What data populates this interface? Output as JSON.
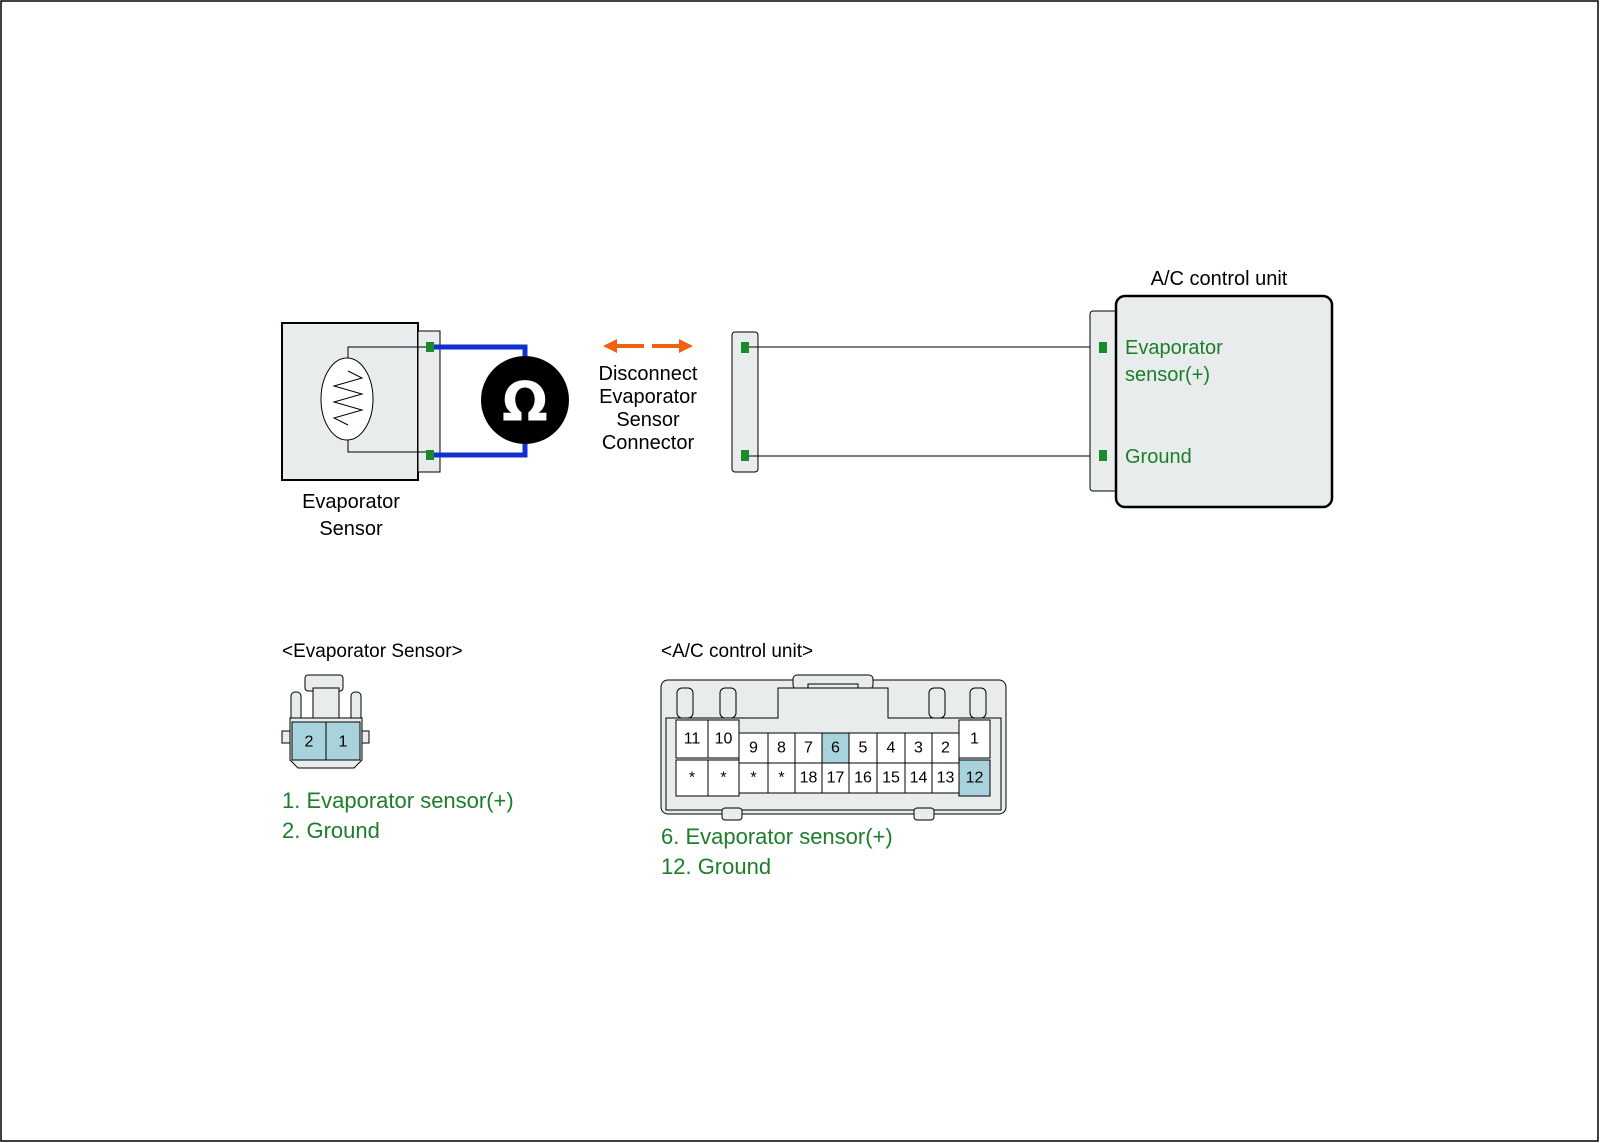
{
  "sensor": {
    "label_line1": "Evaporator",
    "label_line2": "Sensor"
  },
  "meter": {
    "symbol": "Ω",
    "icon": "ohmmeter-icon"
  },
  "disconnect": {
    "line1": "Disconnect",
    "line2": "Evaporator",
    "line3": "Sensor",
    "line4": "Connector"
  },
  "control_unit": {
    "title": "A/C control unit",
    "pin_plus_line1": "Evaporator",
    "pin_plus_line2": "sensor(+)",
    "pin_ground": "Ground"
  },
  "sensor_connector": {
    "header": "<Evaporator Sensor>",
    "pins": [
      "2",
      "1"
    ],
    "legend": [
      "1. Evaporator sensor(+)",
      "2. Ground"
    ]
  },
  "unit_connector": {
    "header": "<A/C control unit>",
    "top_row": [
      "11",
      "10",
      "9",
      "8",
      "7",
      "6",
      "5",
      "4",
      "3",
      "2",
      "1"
    ],
    "bottom_row": [
      "*",
      "*",
      "*",
      "*",
      "18",
      "17",
      "16",
      "15",
      "14",
      "13",
      "12"
    ],
    "highlighted": [
      "6",
      "12"
    ],
    "legend": [
      "6. Evaporator sensor(+)",
      "12. Ground"
    ]
  },
  "colors": {
    "panel_fill": "#e8ecec",
    "pin_highlight": "#a9d3dc",
    "probe_wire": "#1030d0",
    "terminal": "#1a8a2a",
    "arrow": "#f06010",
    "legend_text": "#1e7d2a"
  }
}
